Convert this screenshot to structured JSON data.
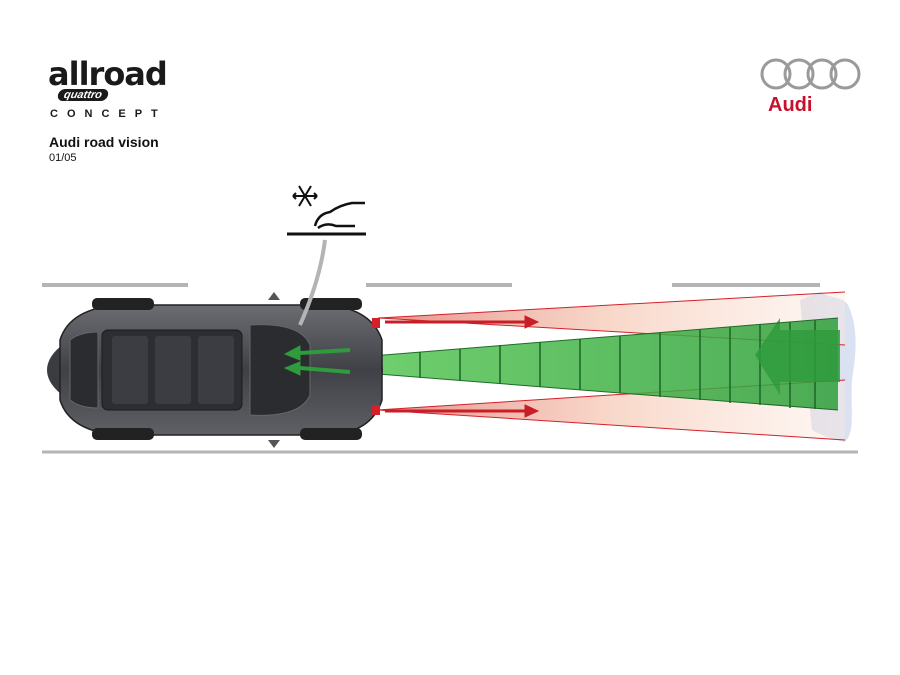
{
  "brand": {
    "model_name": "allroad",
    "model_sub": "quattro",
    "model_tag": "CONCEPT",
    "maker": "Audi"
  },
  "slide": {
    "title": "Audi road vision",
    "number": "01/05"
  },
  "icons": {
    "road_condition": "snowflake-slippery-road-icon",
    "audi_rings": "audi-rings-logo-icon"
  },
  "colors": {
    "radar_red": "#d3202a",
    "sensor_green": "#39b54a",
    "car_body": "#4a4c52",
    "road_line": "#b4b4b4",
    "snow_patch": "#d6def0",
    "audi_red": "#c8102e"
  }
}
